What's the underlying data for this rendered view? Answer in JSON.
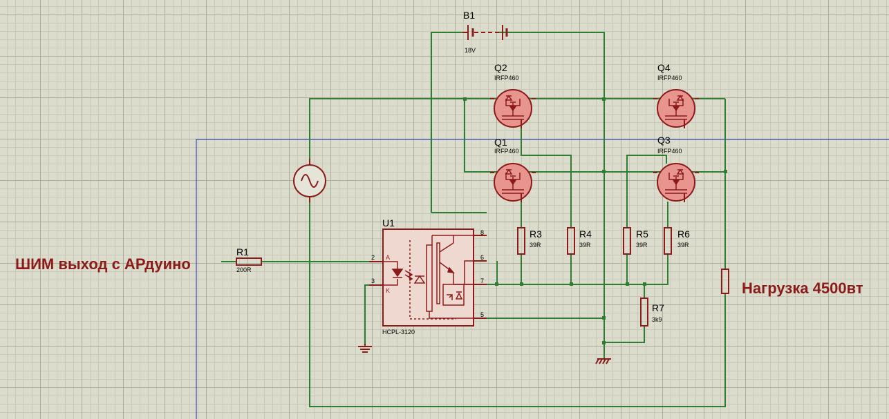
{
  "components": {
    "b1": {
      "ref": "B1",
      "value": "18V"
    },
    "q1": {
      "ref": "Q1",
      "value": "IRFP460"
    },
    "q2": {
      "ref": "Q2",
      "value": "IRFP460"
    },
    "q3": {
      "ref": "Q3",
      "value": "IRFP460"
    },
    "q4": {
      "ref": "Q4",
      "value": "IRFP460"
    },
    "r1": {
      "ref": "R1",
      "value": "200R"
    },
    "r3": {
      "ref": "R3",
      "value": "39R"
    },
    "r4": {
      "ref": "R4",
      "value": "39R"
    },
    "r5": {
      "ref": "R5",
      "value": "39R"
    },
    "r6": {
      "ref": "R6",
      "value": "39R"
    },
    "r7": {
      "ref": "R7",
      "value": "3k9"
    },
    "u1": {
      "ref": "U1",
      "value": "HCPL-3120",
      "pins": {
        "p2": "2",
        "p3": "3",
        "p8": "8",
        "p6": "6",
        "p7": "7",
        "p5": "5"
      },
      "pin_labels": {
        "a": "A",
        "k": "K"
      }
    }
  },
  "annotations": {
    "pwm_input": "ШИМ выход с АРдуино",
    "load": "Нагрузка 4500вт"
  },
  "colors": {
    "wire": "#2e7d32",
    "component": "#8b1a1a",
    "mosfet_fill": "#e89590",
    "sheet_border": "#1c2fa8",
    "grid_background": "#dcdccc"
  }
}
